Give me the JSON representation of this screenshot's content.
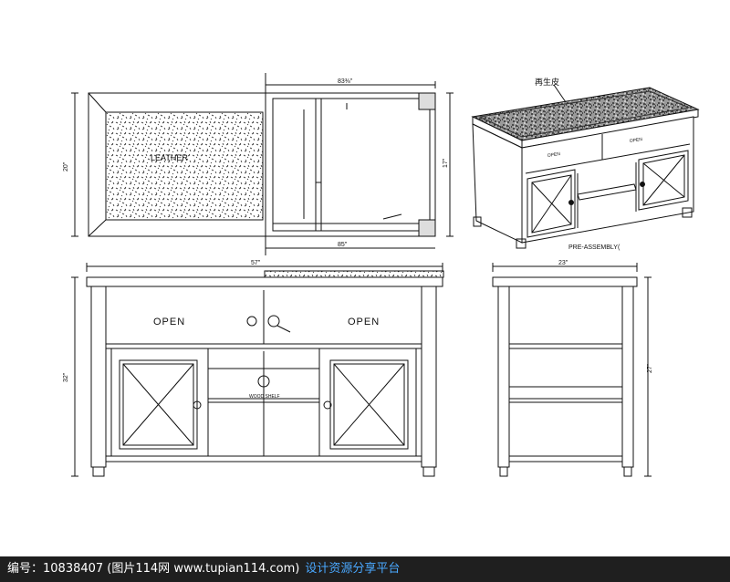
{
  "labels": {
    "leather": "LEATHER",
    "regen_leather": "再生皮",
    "pre_assembly": "PRE-ASSEMBLY(",
    "open": "OPEN",
    "open_iso": "OPEN",
    "wood_shelf": "WOOD SHELF"
  },
  "dimensions": {
    "top_plan_width": "83⅜\"",
    "top_plan_depth_right": "17\"",
    "top_plan_bottom": "85\"",
    "leather_height": "20\"",
    "front_width": "57\"",
    "front_height": "32\"",
    "side_width": "23\"",
    "side_height": "27\""
  },
  "footer": {
    "id_text": "编号：10838407 (图片114网 www.tupian114.com)",
    "site_link": "设计资源分享平台"
  },
  "colors": {
    "ink": "#111111",
    "footer_bg": "#1f1f1f",
    "footer_text": "#ffffff",
    "footer_link": "#4aa8ff"
  }
}
